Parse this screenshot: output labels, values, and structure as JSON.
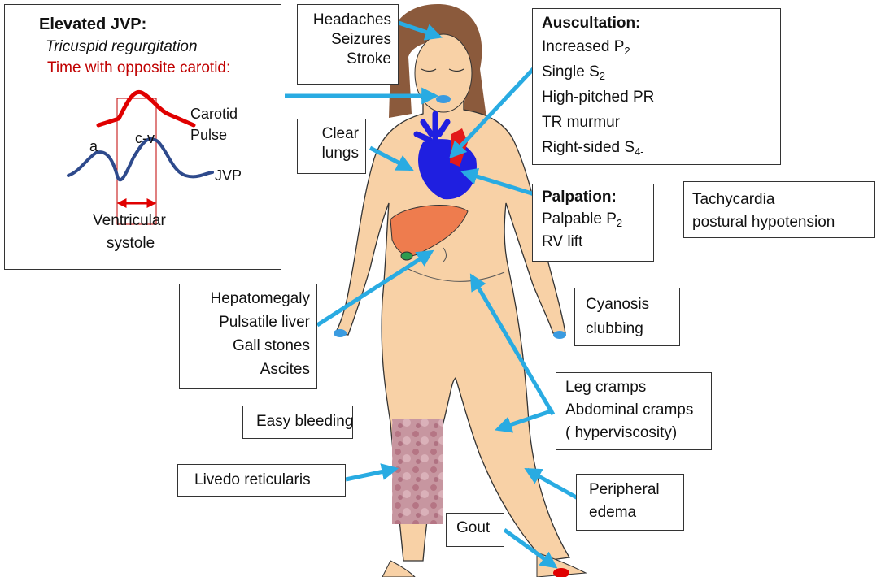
{
  "jvp_panel": {
    "title": "Elevated JVP:",
    "subtitle": "Tricuspid regurgitation",
    "timing_note": "Time with opposite carotid:",
    "label_carotid": "Carotid",
    "label_pulse": "Pulse",
    "label_a": "a",
    "label_cv": "c-v",
    "label_jvp": "JVP",
    "label_ventricular": "Ventricular",
    "label_systole": "systole"
  },
  "head_box": {
    "lines": [
      "Headaches",
      "Seizures",
      "Stroke"
    ]
  },
  "lungs_box": {
    "lines": [
      "Clear",
      "lungs"
    ]
  },
  "auscultation_box": {
    "title": "Auscultation:",
    "items": [
      {
        "text": "Increased P",
        "sub": "2"
      },
      {
        "text": "Single S",
        "sub": "2"
      },
      {
        "text": "High-pitched PR",
        "sub": ""
      },
      {
        "text": "TR murmur",
        "sub": ""
      },
      {
        "text": "Right-sided S",
        "sub": "4-"
      }
    ]
  },
  "palpation_box": {
    "title": "Palpation:",
    "items": [
      {
        "text": "Palpable P",
        "sub": "2"
      },
      {
        "text": "RV lift",
        "sub": ""
      }
    ]
  },
  "tachy_box": {
    "lines": [
      "Tachycardia",
      "postural hypotension"
    ]
  },
  "liver_box": {
    "lines": [
      "Hepatomegaly",
      "Pulsatile liver",
      "Gall stones",
      "Ascites"
    ]
  },
  "cyanosis_box": {
    "lines": [
      "Cyanosis",
      "clubbing"
    ]
  },
  "cramps_box": {
    "lines": [
      "Leg cramps",
      "Abdominal cramps",
      "( hyperviscosity)"
    ]
  },
  "bleeding_box": {
    "lines": [
      "Easy bleeding"
    ]
  },
  "livedo_box": {
    "lines": [
      "Livedo reticularis"
    ]
  },
  "edema_box": {
    "lines": [
      "Peripheral",
      "edema"
    ]
  },
  "gout_box": {
    "lines": [
      "Gout"
    ]
  },
  "colors": {
    "skin": "#F8D1A6",
    "hair": "#8B5A3C",
    "heart_blue": "#1F1FE0",
    "heart_red": "#E21A1A",
    "liver": "#EE7C4E",
    "arrow": "#29ABE2",
    "carotid_trace": "#E00000",
    "jvp_trace": "#2E4A8C",
    "timing_red": "#C00000",
    "livedo": "#B87E8C"
  }
}
